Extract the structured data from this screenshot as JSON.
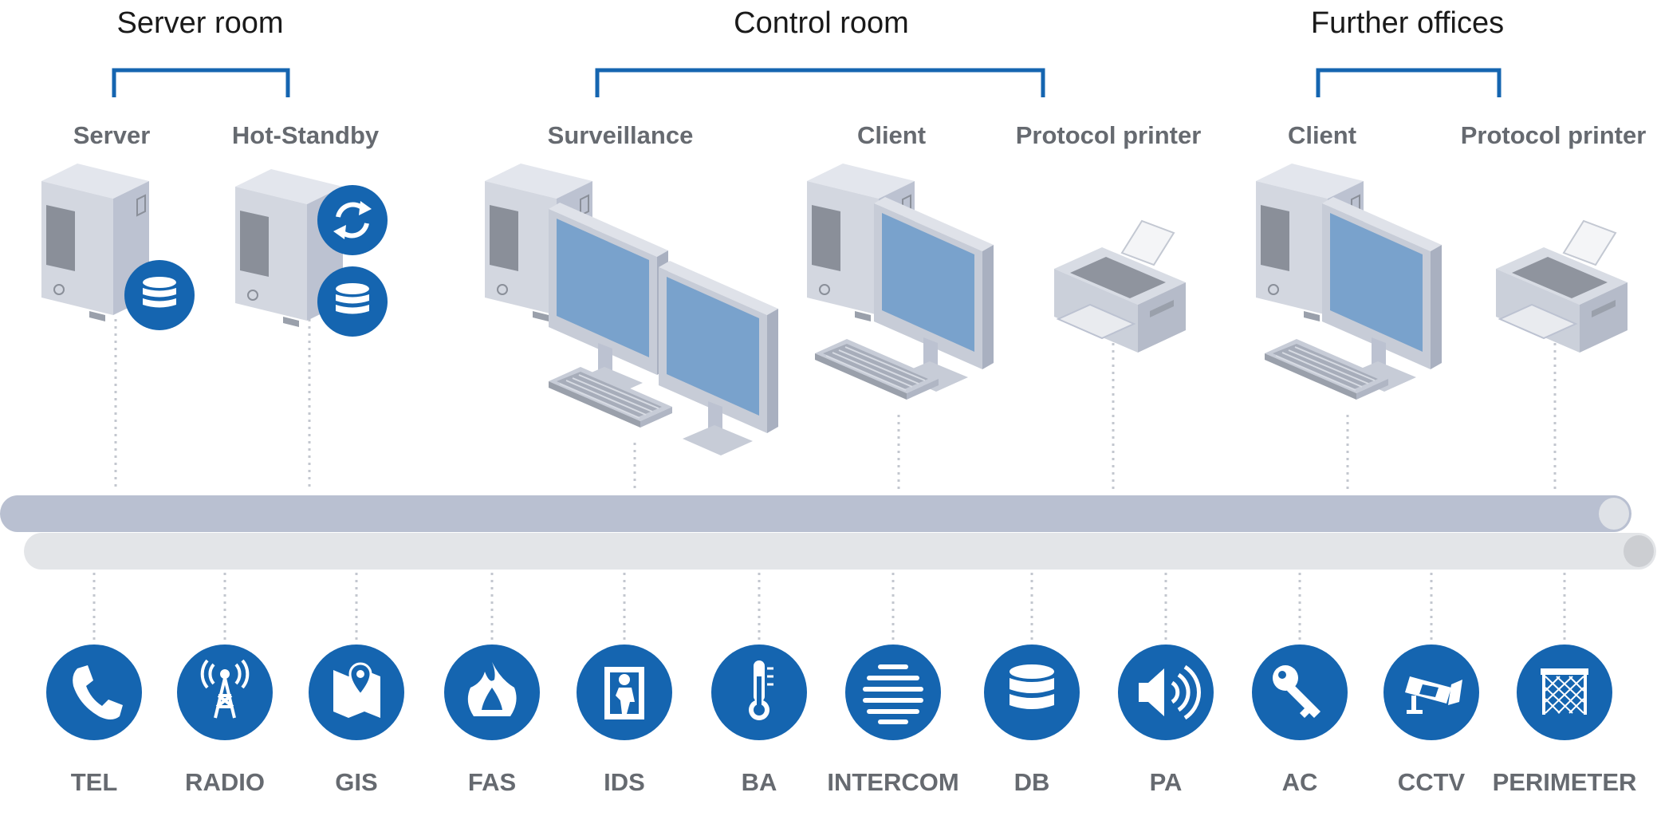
{
  "groups": [
    {
      "title": "Server room"
    },
    {
      "title": "Control room"
    },
    {
      "title": "Further offices"
    }
  ],
  "devices": [
    {
      "label": "Server",
      "icon": "server-tower-icon",
      "badges": [
        "database-icon"
      ]
    },
    {
      "label": "Hot-Standby",
      "icon": "server-tower-icon",
      "badges": [
        "sync-icon",
        "database-icon"
      ]
    },
    {
      "label": "Surveillance",
      "icon": "dual-monitor-workstation-icon"
    },
    {
      "label": "Client",
      "icon": "workstation-icon"
    },
    {
      "label": "Protocol printer",
      "icon": "printer-icon"
    },
    {
      "label": "Client",
      "icon": "workstation-icon"
    },
    {
      "label": "Protocol printer",
      "icon": "printer-icon"
    }
  ],
  "systems": [
    {
      "label": "TEL",
      "icon": "phone-icon"
    },
    {
      "label": "RADIO",
      "icon": "radio-tower-icon"
    },
    {
      "label": "GIS",
      "icon": "map-pin-icon"
    },
    {
      "label": "FAS",
      "icon": "fire-icon"
    },
    {
      "label": "IDS",
      "icon": "intruder-door-icon"
    },
    {
      "label": "BA",
      "icon": "thermometer-icon"
    },
    {
      "label": "INTERCOM",
      "icon": "intercom-speaker-icon"
    },
    {
      "label": "DB",
      "icon": "database-icon"
    },
    {
      "label": "PA",
      "icon": "loudspeaker-icon"
    },
    {
      "label": "AC",
      "icon": "key-icon"
    },
    {
      "label": "CCTV",
      "icon": "cctv-camera-icon"
    },
    {
      "label": "PERIMETER",
      "icon": "fence-icon"
    }
  ],
  "colors": {
    "accent": "#1565b0",
    "bus_upper": "#b9c0d1",
    "bus_lower": "#e3e5e8",
    "device_light": "#d5d9e3",
    "device_mid": "#bcc2d1",
    "device_dark": "#8c919c",
    "screen": "#79a2cc",
    "label_gray": "#666a70"
  }
}
